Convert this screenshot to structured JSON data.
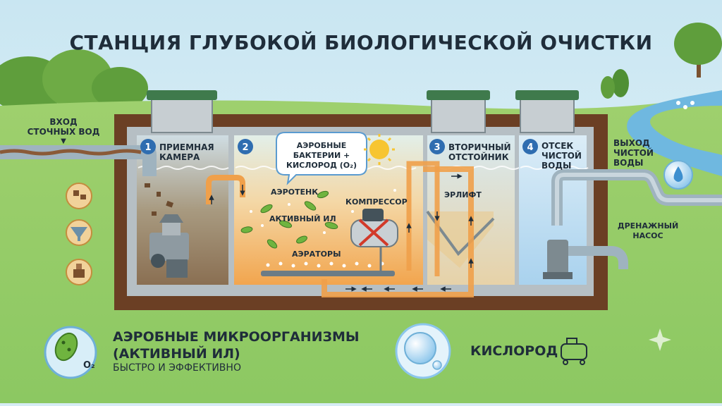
{
  "title": "СТАНЦИЯ ГЛУБОКОЙ БИОЛОГИЧЕСКОЙ ОЧИСТКИ",
  "inlet": {
    "line1": "ВХОД",
    "line2": "СТОЧНЫХ ВОД"
  },
  "outlet": {
    "line1": "ВЫХОД",
    "line2": "ЧИСТОЙ",
    "line3": "ВОДЫ"
  },
  "chambers": [
    {
      "num": "1",
      "line1": "ПРИЕМНАЯ",
      "line2": "КАМЕРА"
    },
    {
      "num": "2"
    },
    {
      "num": "3",
      "line1": "ВТОРИЧНЫЙ",
      "line2": "ОТСТОЙНИК"
    },
    {
      "num": "4",
      "line1": "ОТСЕК",
      "line2": "ЧИСТОЙ",
      "line3": "ВОДЫ"
    }
  ],
  "callout": {
    "line1": "АЭРОБНЫЕ",
    "line2": "БАКТЕРИИ +",
    "line3": "КИСЛОРОД (O₂)"
  },
  "labels": {
    "aerotank": "АЭРОТЕНК",
    "active_sludge": "АКТИВНЫЙ ИЛ",
    "aerators": "АЭРАТОРЫ",
    "compressor": "КОМПРЕССОР",
    "airlift": "ЭРЛИФТ",
    "drain_pump_line1": "ДРЕНАЖНЫЙ",
    "drain_pump_line2": "НАСОС"
  },
  "legend": {
    "line1": "АЭРОБНЫЕ МИКРООРГАНИЗМЫ",
    "line2": "(АКТИВНЫЙ ИЛ)",
    "sub": "БЫСТРО И ЭФФЕКТИВНО",
    "o2_badge": "O₂",
    "oxygen": "КИСЛОРОД"
  },
  "icons": [
    "bacteria-icon",
    "oxygen-bubble-icon",
    "compressor-icon",
    "water-drop-icon",
    "sun-icon",
    "grinder-icon",
    "sieve-icon",
    "sludge-icon"
  ],
  "colors": {
    "sky": "#d6ecf4",
    "grass": "#8cc862",
    "soil": "#6b3f24",
    "tank_wall": "#b6bfc4",
    "clean_water": "#cfe6f6",
    "aerotank_water": "#f1b46a",
    "pipe": "#9fb3bf",
    "flow_orange": "#f0a04a",
    "lid": "#3f7a4c"
  }
}
